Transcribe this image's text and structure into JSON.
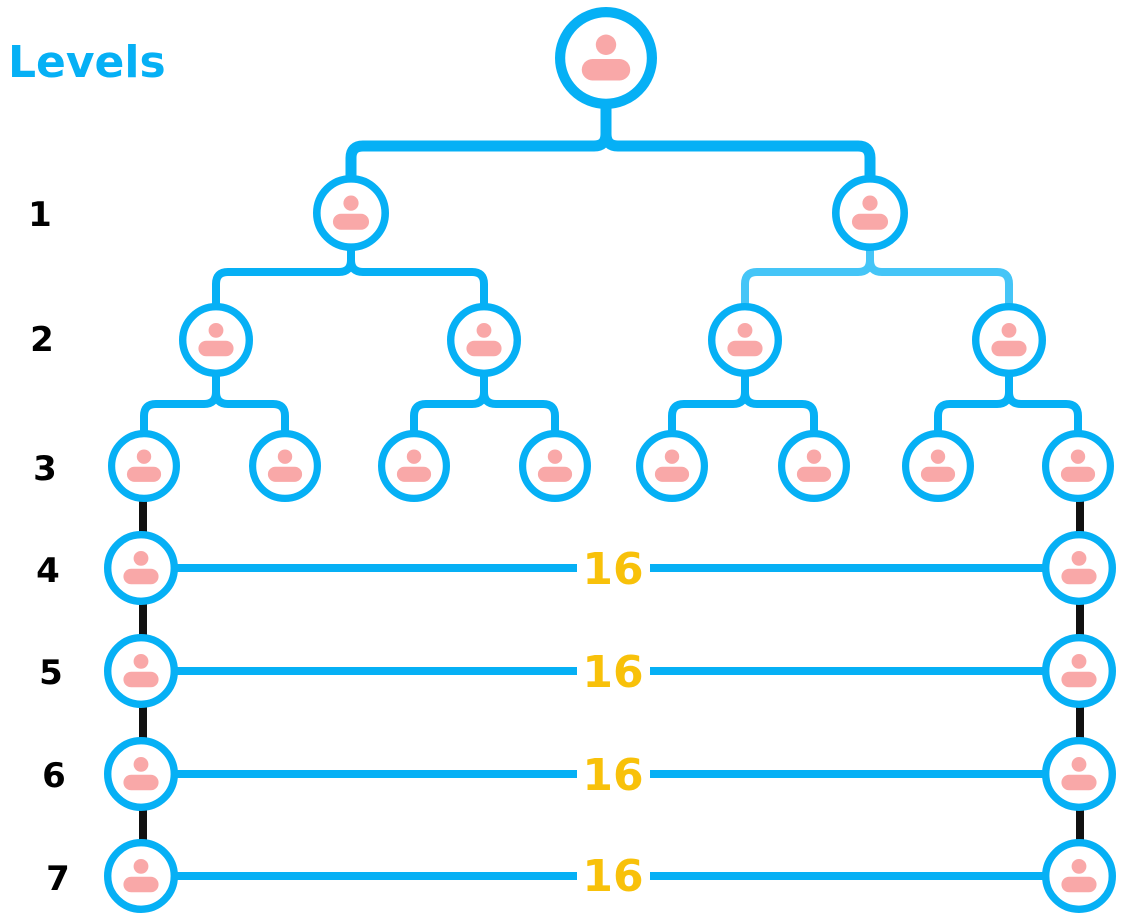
{
  "title": "Levels",
  "colors": {
    "line": "#06b0f5",
    "line_light": "#45c5f7",
    "node_fill": "#ffffff",
    "person": "#f9a8a8",
    "count": "#f8c10a",
    "level_label": "#000000",
    "spine": "#111111"
  },
  "icons": {
    "node": "person-icon"
  },
  "levels": [
    {
      "label": "1"
    },
    {
      "label": "2"
    },
    {
      "label": "3"
    },
    {
      "label": "4",
      "count": "16"
    },
    {
      "label": "5",
      "count": "16"
    },
    {
      "label": "6",
      "count": "16"
    },
    {
      "label": "7",
      "count": "16"
    }
  ]
}
